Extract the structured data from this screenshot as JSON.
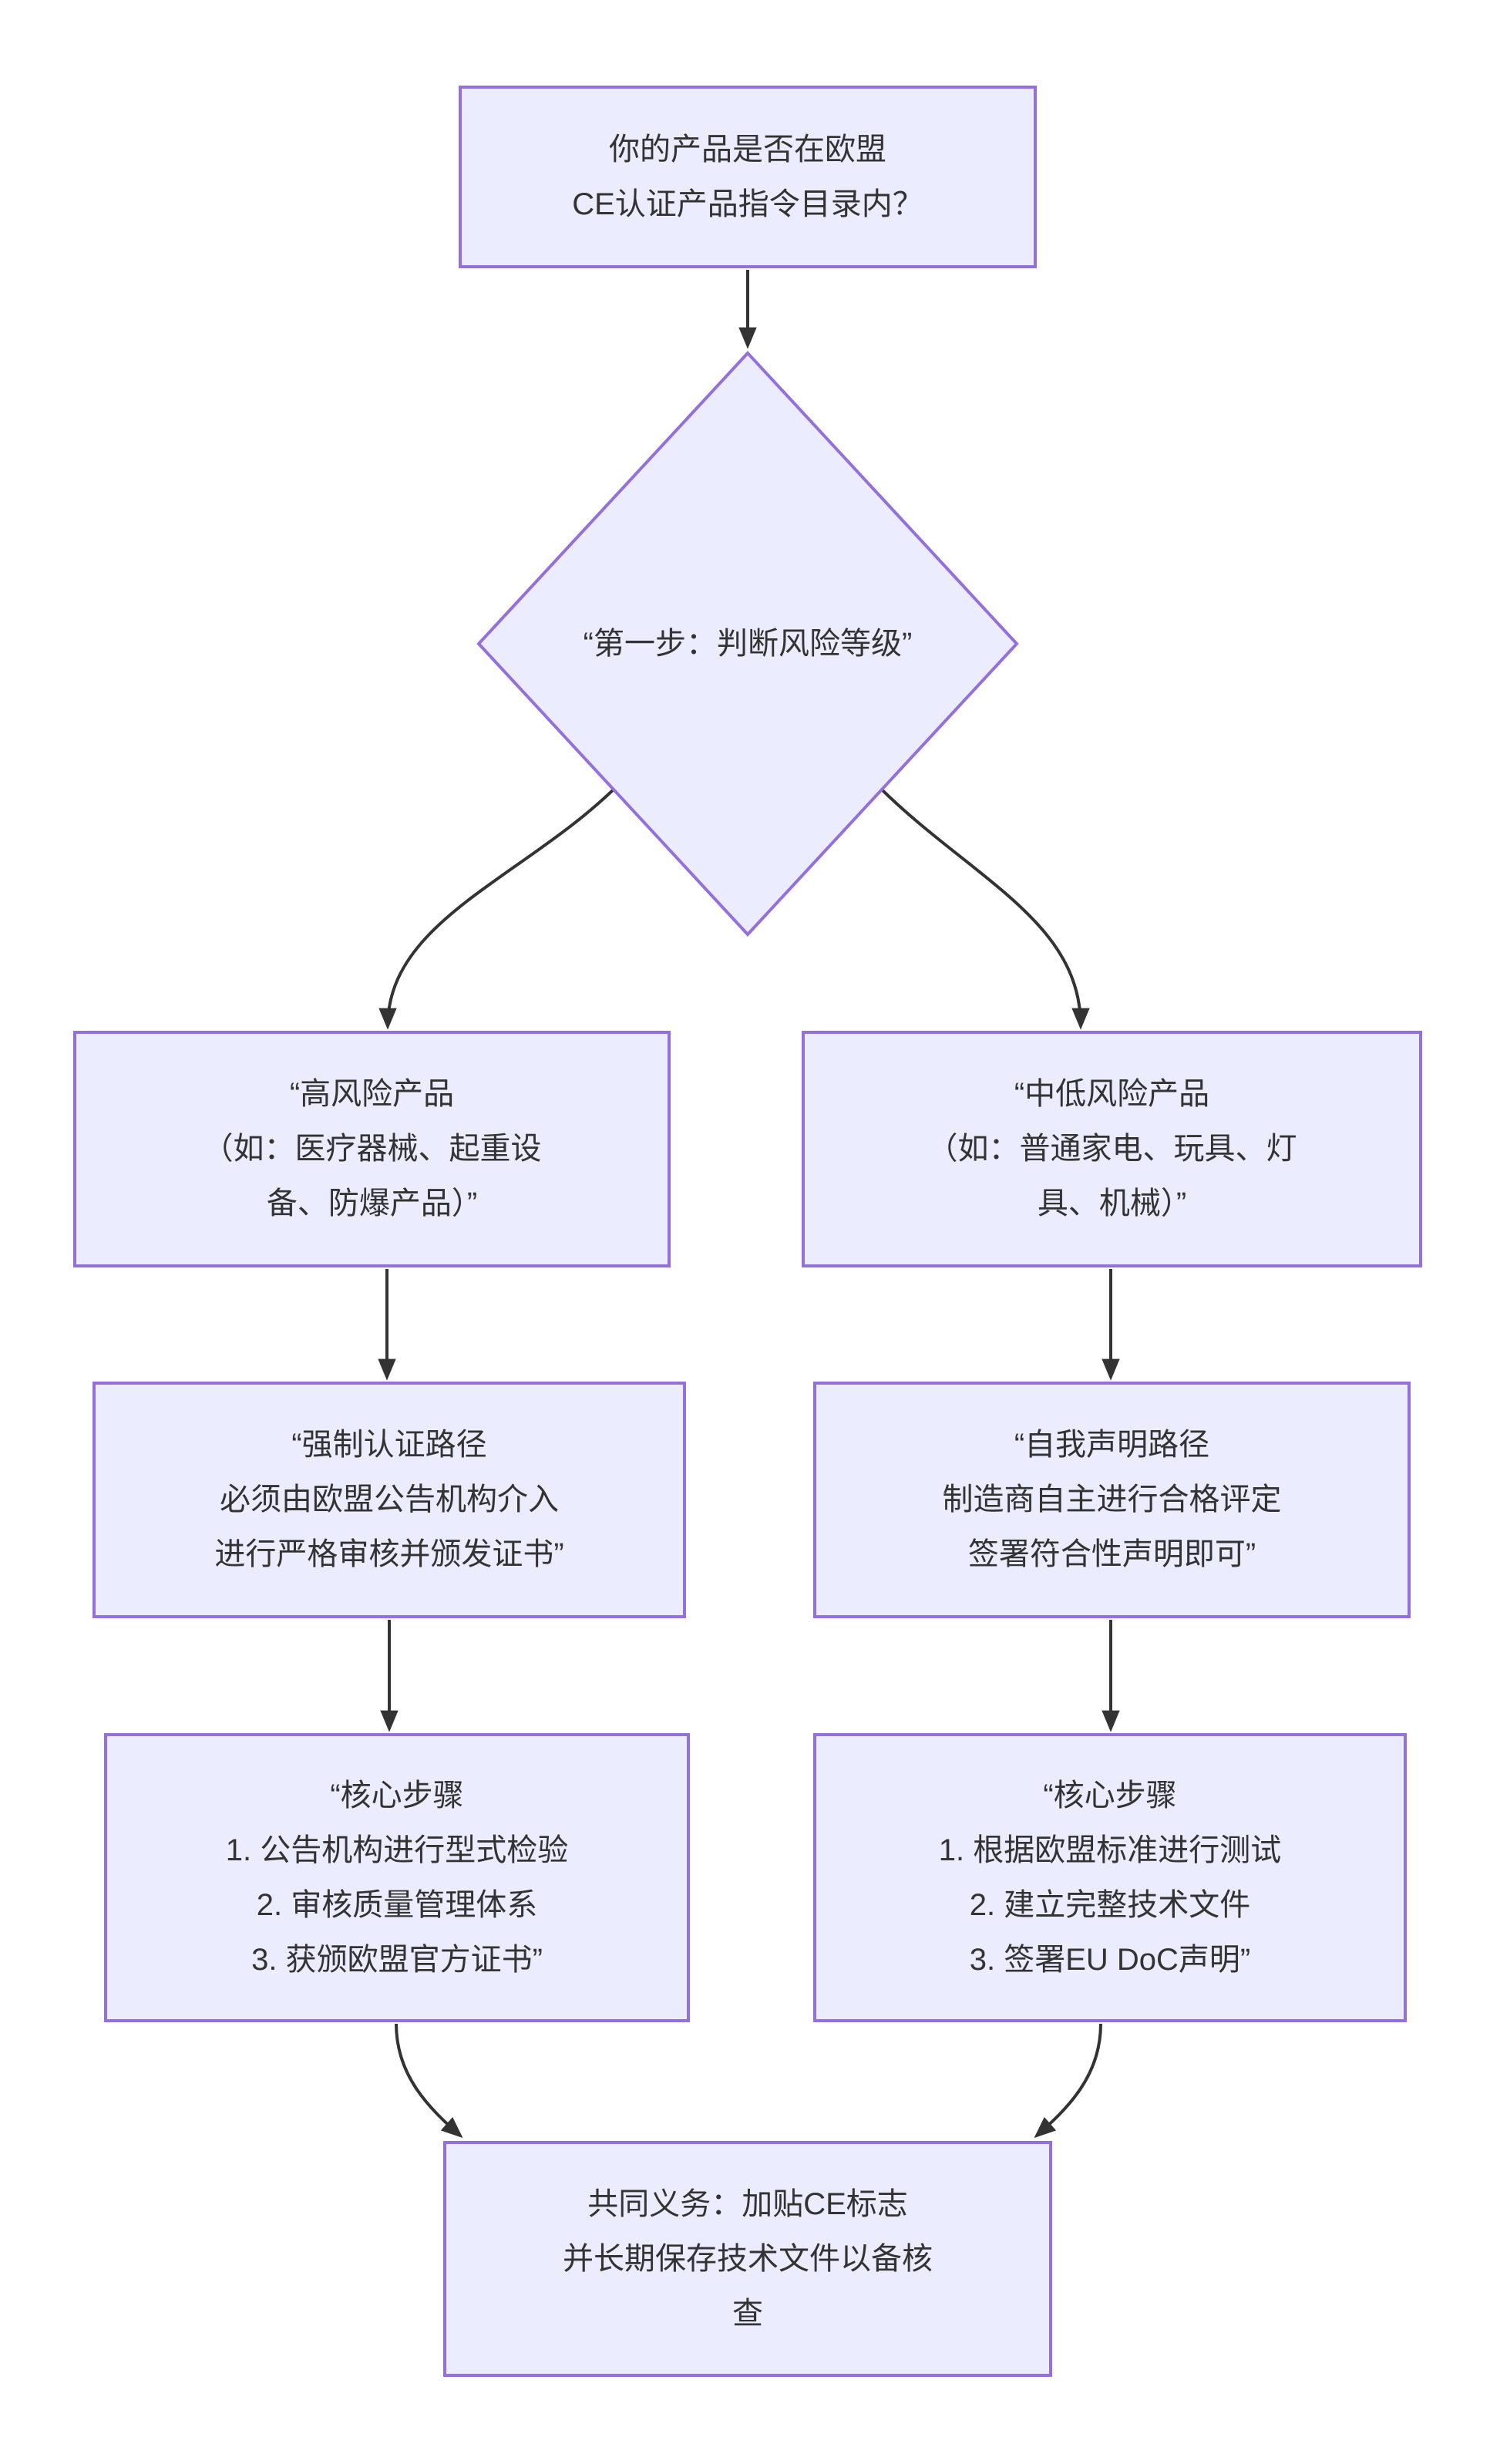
{
  "diagram": {
    "type": "flowchart",
    "direction": "top-down",
    "nodes": {
      "start": {
        "shape": "rectangle",
        "lines": [
          "你的产品是否在欧盟",
          "CE认证产品指令目录内？"
        ]
      },
      "decision": {
        "shape": "diamond",
        "lines": [
          "“第一步：判断风险等级”"
        ]
      },
      "high_risk": {
        "shape": "rectangle",
        "lines": [
          "“高风险产品",
          "（如：医疗器械、起重设",
          "备、防爆产品）”"
        ]
      },
      "low_risk": {
        "shape": "rectangle",
        "lines": [
          "“中低风险产品",
          "（如：普通家电、玩具、灯",
          "具、机械）”"
        ]
      },
      "mandatory_path": {
        "shape": "rectangle",
        "lines": [
          "“强制认证路径",
          "必须由欧盟公告机构介入",
          "进行严格审核并颁发证书”"
        ]
      },
      "self_declare_path": {
        "shape": "rectangle",
        "lines": [
          "“自我声明路径",
          "制造商自主进行合格评定",
          "签署符合性声明即可”"
        ]
      },
      "mandatory_steps": {
        "shape": "rectangle",
        "lines": [
          "“核心步骤",
          "1. 公告机构进行型式检验",
          "2. 审核质量管理体系",
          "3. 获颁欧盟官方证书”"
        ]
      },
      "self_declare_steps": {
        "shape": "rectangle",
        "lines": [
          "“核心步骤",
          "1. 根据欧盟标准进行测试",
          "2. 建立完整技术文件",
          "3. 签署EU DoC声明”"
        ]
      },
      "common_duty": {
        "shape": "rectangle",
        "lines": [
          "共同义务：加贴CE标志",
          "并长期保存技术文件以备核",
          "查"
        ]
      }
    },
    "edges": [
      {
        "from": "start",
        "to": "decision",
        "arrow": "point"
      },
      {
        "from": "decision",
        "to": "high_risk",
        "arrow": "point"
      },
      {
        "from": "decision",
        "to": "low_risk",
        "arrow": "point"
      },
      {
        "from": "high_risk",
        "to": "mandatory_path",
        "arrow": "point"
      },
      {
        "from": "low_risk",
        "to": "self_declare_path",
        "arrow": "point"
      },
      {
        "from": "mandatory_path",
        "to": "mandatory_steps",
        "arrow": "point"
      },
      {
        "from": "self_declare_path",
        "to": "self_declare_steps",
        "arrow": "point"
      },
      {
        "from": "mandatory_steps",
        "to": "common_duty",
        "arrow": "point"
      },
      {
        "from": "self_declare_steps",
        "to": "common_duty",
        "arrow": "point"
      }
    ]
  },
  "colors": {
    "node-fill": "#ECECFF",
    "node-stroke": "#9370DB",
    "edge-color": "#333333",
    "text-color": "#333333",
    "background": "#FFFFFF"
  }
}
